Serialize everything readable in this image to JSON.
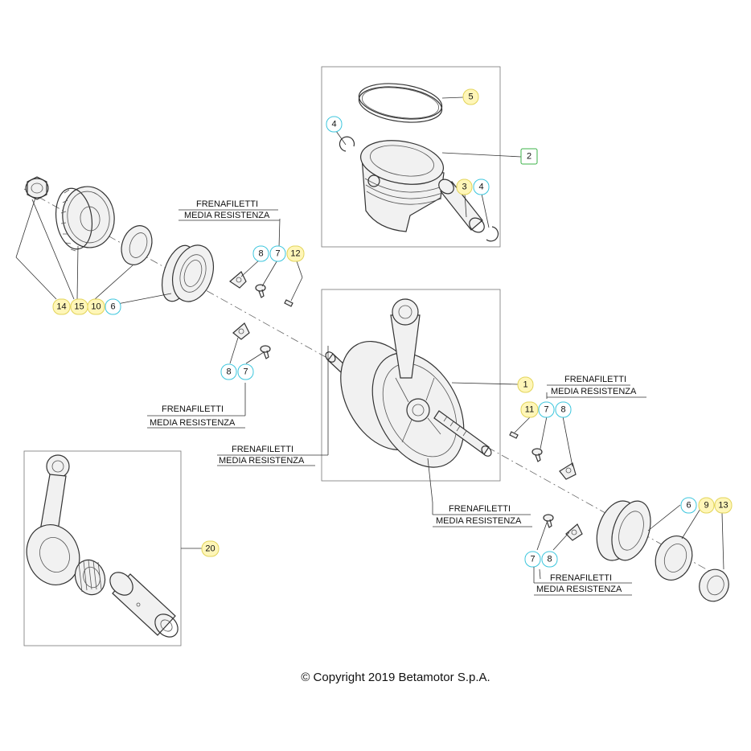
{
  "callouts": {
    "c5": "5",
    "c4a": "4",
    "c2": "2",
    "c3": "3",
    "c4b": "4",
    "c8a": "8",
    "c7a": "7",
    "c12": "12",
    "c14": "14",
    "c15": "15",
    "c10": "10",
    "c6a": "6",
    "c8b": "8",
    "c7b": "7",
    "c1": "1",
    "c11": "11",
    "c7c": "7",
    "c8c": "8",
    "c6b": "6",
    "c9": "9",
    "c13": "13",
    "c7d": "7",
    "c8d": "8",
    "c20": "20"
  },
  "notes": {
    "n1_line1": "FRENAFILETTI",
    "n1_line2": "MEDIA RESISTENZA",
    "n2_line1": "FRENAFILETTI",
    "n2_line2": "MEDIA RESISTENZA",
    "n3_line1": "FRENAFILETTI",
    "n3_line2": "MEDIA RESISTENZA",
    "n4_line1": "FRENAFILETTI",
    "n4_line2": "MEDIA RESISTENZA",
    "n5_line1": "FRENAFILETTI",
    "n5_line2": "MEDIA RESISTENZA",
    "n6_line1": "FRENAFILETTI",
    "n6_line2": "MEDIA RESISTENZA"
  },
  "copyright": "© Copyright 2019 Betamotor S.p.A.",
  "colors": {
    "callout_yellow": "#fff6b8",
    "callout_cyan_border": "#3cc6dd",
    "callout_green_border": "#3cb34a",
    "callout_yellow_border": "#e2d45a"
  }
}
